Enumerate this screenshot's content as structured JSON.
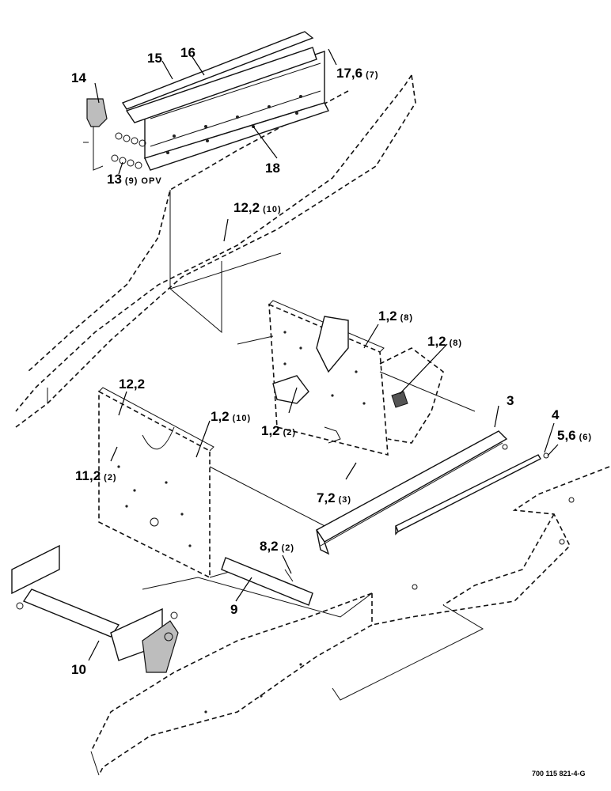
{
  "callouts": [
    {
      "id": "c15",
      "text": "15",
      "qty": ""
    },
    {
      "id": "c16",
      "text": "16",
      "qty": ""
    },
    {
      "id": "c17",
      "text": "17,6",
      "qty": "(7)"
    },
    {
      "id": "c14",
      "text": "14",
      "qty": ""
    },
    {
      "id": "c18",
      "text": "18",
      "qty": ""
    },
    {
      "id": "c13",
      "text": "13",
      "qty": "(9) OPV"
    },
    {
      "id": "c12a",
      "text": "12,2",
      "qty": "(10)"
    },
    {
      "id": "c1a",
      "text": "1,2",
      "qty": "(8)"
    },
    {
      "id": "c1b",
      "text": "1,2",
      "qty": "(8)"
    },
    {
      "id": "c12b",
      "text": "12,2",
      "qty": ""
    },
    {
      "id": "c3",
      "text": "3",
      "qty": ""
    },
    {
      "id": "c1c",
      "text": "1,2",
      "qty": "(10)"
    },
    {
      "id": "c1d",
      "text": "1,2",
      "qty": "(2)"
    },
    {
      "id": "c4",
      "text": "4",
      "qty": ""
    },
    {
      "id": "c5",
      "text": "5,6",
      "qty": "(6)"
    },
    {
      "id": "c11",
      "text": "11,2",
      "qty": "(2)"
    },
    {
      "id": "c7",
      "text": "7,2",
      "qty": "(3)"
    },
    {
      "id": "c8",
      "text": "8,2",
      "qty": "(2)"
    },
    {
      "id": "c9",
      "text": "9",
      "qty": ""
    },
    {
      "id": "c10",
      "text": "10",
      "qty": ""
    }
  ],
  "figure_id": "700 115 821-4-G"
}
